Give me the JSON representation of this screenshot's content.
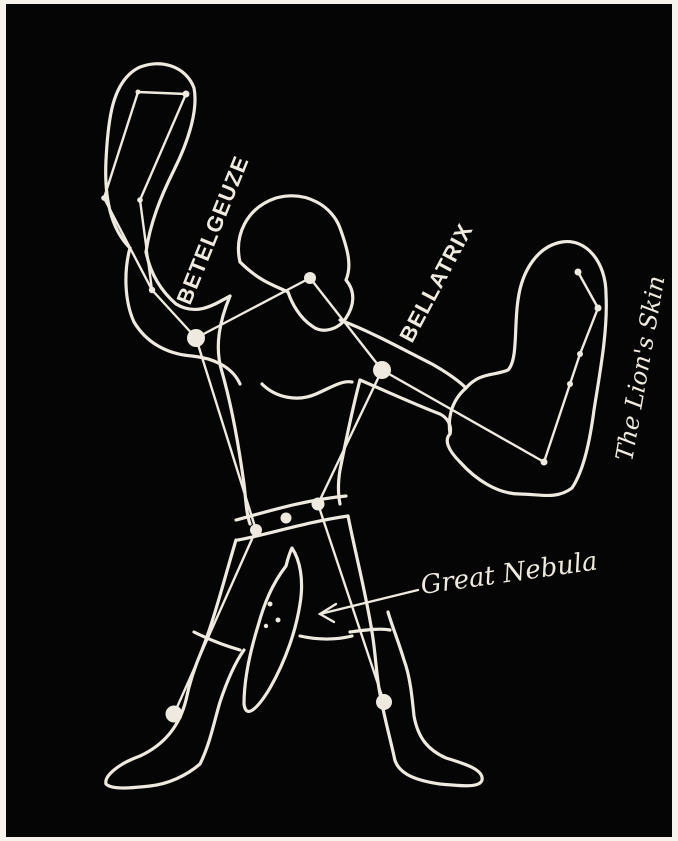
{
  "palette": {
    "background": "#050505",
    "ink": "#efeae0",
    "paper": "#f6f3ec"
  },
  "labels": {
    "betelgeuze": "BETELGEUZE",
    "bellatrix": "BELLATRIX",
    "lions_skin": "The Lion's Skin",
    "great_nebula": "Great Nebula"
  }
}
